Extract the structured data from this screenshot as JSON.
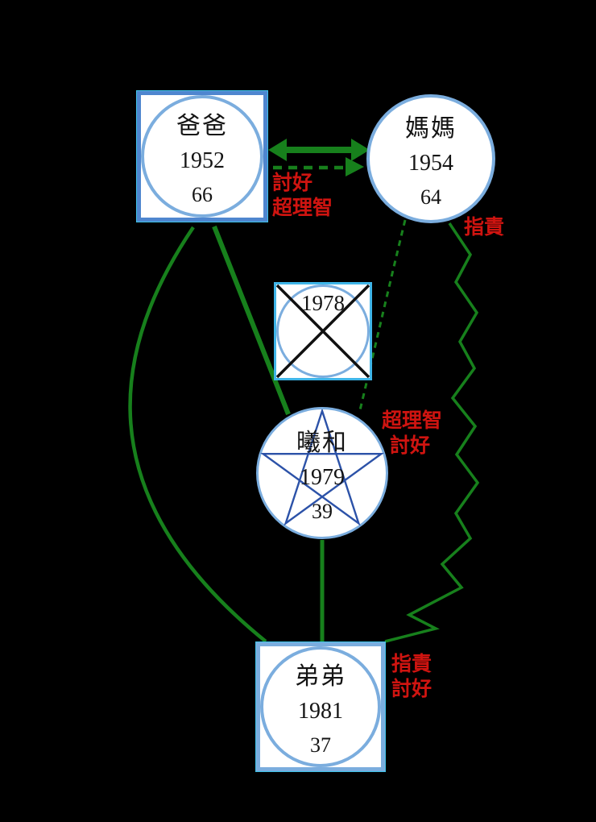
{
  "diagram": {
    "type": "family-genogram",
    "background_color": "#000000",
    "colors": {
      "square_border_blue": "#4f86cf",
      "circle_border_blue": "#7badde",
      "deceased_square_cyan": "#3fb5e8",
      "connector_green": "#17801c",
      "label_red": "#cf1410",
      "star_blue": "#2c52a8",
      "deceased_cross_black": "#101010"
    },
    "nodes": {
      "father": {
        "shape": "square-with-circle",
        "name": "爸爸",
        "birth_year": "1952",
        "age": "66"
      },
      "mother": {
        "shape": "circle",
        "name": "媽媽",
        "birth_year": "1954",
        "age": "64"
      },
      "deceased": {
        "shape": "square-with-circle-crossed-out",
        "birth_year": "1978"
      },
      "self": {
        "shape": "circle-with-star",
        "name": "曦和",
        "birth_year": "1979",
        "age": "39"
      },
      "brother": {
        "shape": "square-with-circle",
        "name": "弟弟",
        "birth_year": "1981",
        "age": "37"
      }
    },
    "labels": {
      "couple": {
        "line1": "討好",
        "line2": "超理智"
      },
      "mother_side": {
        "line1": "指責"
      },
      "self_side": {
        "line1": "超理智",
        "line2": "討好"
      },
      "brother_side": {
        "line1": "指責",
        "line2": "討好"
      }
    },
    "connections": [
      {
        "from": "father",
        "to": "mother",
        "style": "thick-solid-double-arrow"
      },
      {
        "from": "father",
        "to": "mother",
        "style": "dashed-arrow"
      },
      {
        "from": "father",
        "to": "self",
        "style": "solid-line"
      },
      {
        "from": "father",
        "to": "brother",
        "style": "solid-curve"
      },
      {
        "from": "mother",
        "to": "self",
        "style": "dashed-line"
      },
      {
        "from": "mother",
        "to": "brother",
        "style": "zigzag-line"
      },
      {
        "from": "self",
        "to": "brother",
        "style": "solid-line"
      }
    ]
  }
}
